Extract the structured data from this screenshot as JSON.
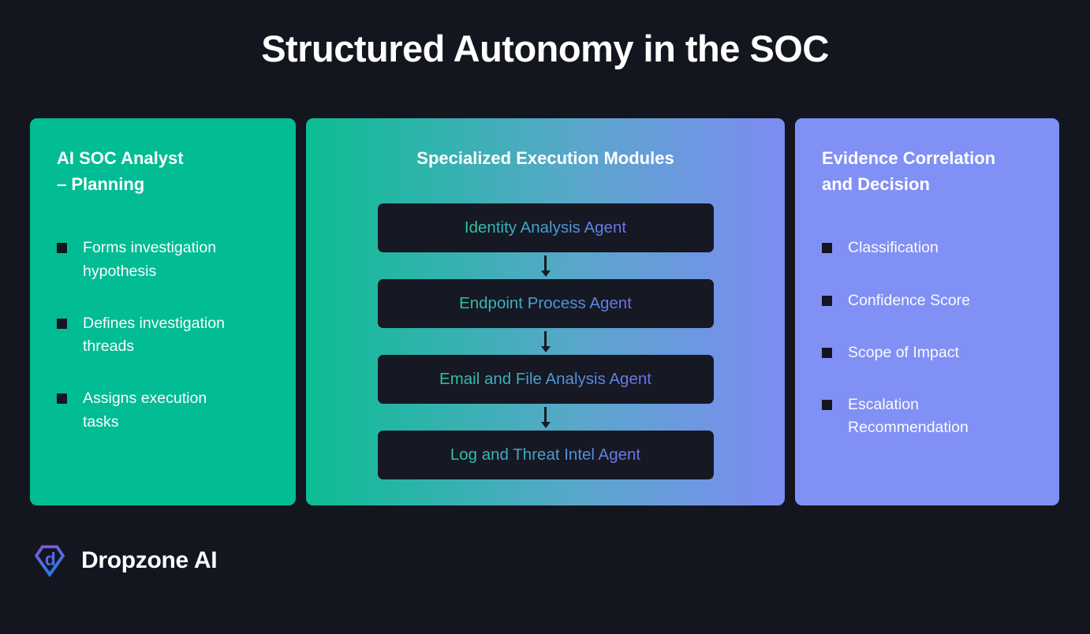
{
  "title": "Structured Autonomy in the SOC",
  "colors": {
    "background": "#14161F",
    "planning_panel": "#02BC94",
    "execution_panel_gradient": [
      "#0CBD92",
      "#7E8BF2"
    ],
    "decision_panel": "#8190F5",
    "module_box": "#161823",
    "module_text_gradient": [
      "#2BC7A4",
      "#6E72EC"
    ],
    "arrow": "#191C26",
    "text": "#FFFFFF",
    "logo_gradient": [
      "#8456E0",
      "#2E7BE4"
    ]
  },
  "panels": {
    "planning": {
      "title_lines": [
        "AI SOC Analyst",
        "– Planning"
      ],
      "items": [
        {
          "lines": [
            "Forms investigation",
            "hypothesis"
          ]
        },
        {
          "lines": [
            "Defines investigation",
            "threads"
          ]
        },
        {
          "lines": [
            "Assigns execution",
            "tasks"
          ]
        }
      ]
    },
    "execution": {
      "title": "Specialized Execution Modules",
      "modules": [
        "Identity Analysis Agent",
        "Endpoint Process Agent",
        "Email and File Analysis Agent",
        "Log and Threat Intel Agent"
      ]
    },
    "decision": {
      "title_lines": [
        "Evidence Correlation",
        "and Decision"
      ],
      "items": [
        {
          "lines": [
            "Classification"
          ]
        },
        {
          "lines": [
            "Confidence Score"
          ]
        },
        {
          "lines": [
            "Scope of Impact"
          ]
        },
        {
          "lines": [
            "Escalation",
            "Recommendation"
          ]
        }
      ]
    }
  },
  "footer": {
    "brand": "Dropzone AI"
  }
}
